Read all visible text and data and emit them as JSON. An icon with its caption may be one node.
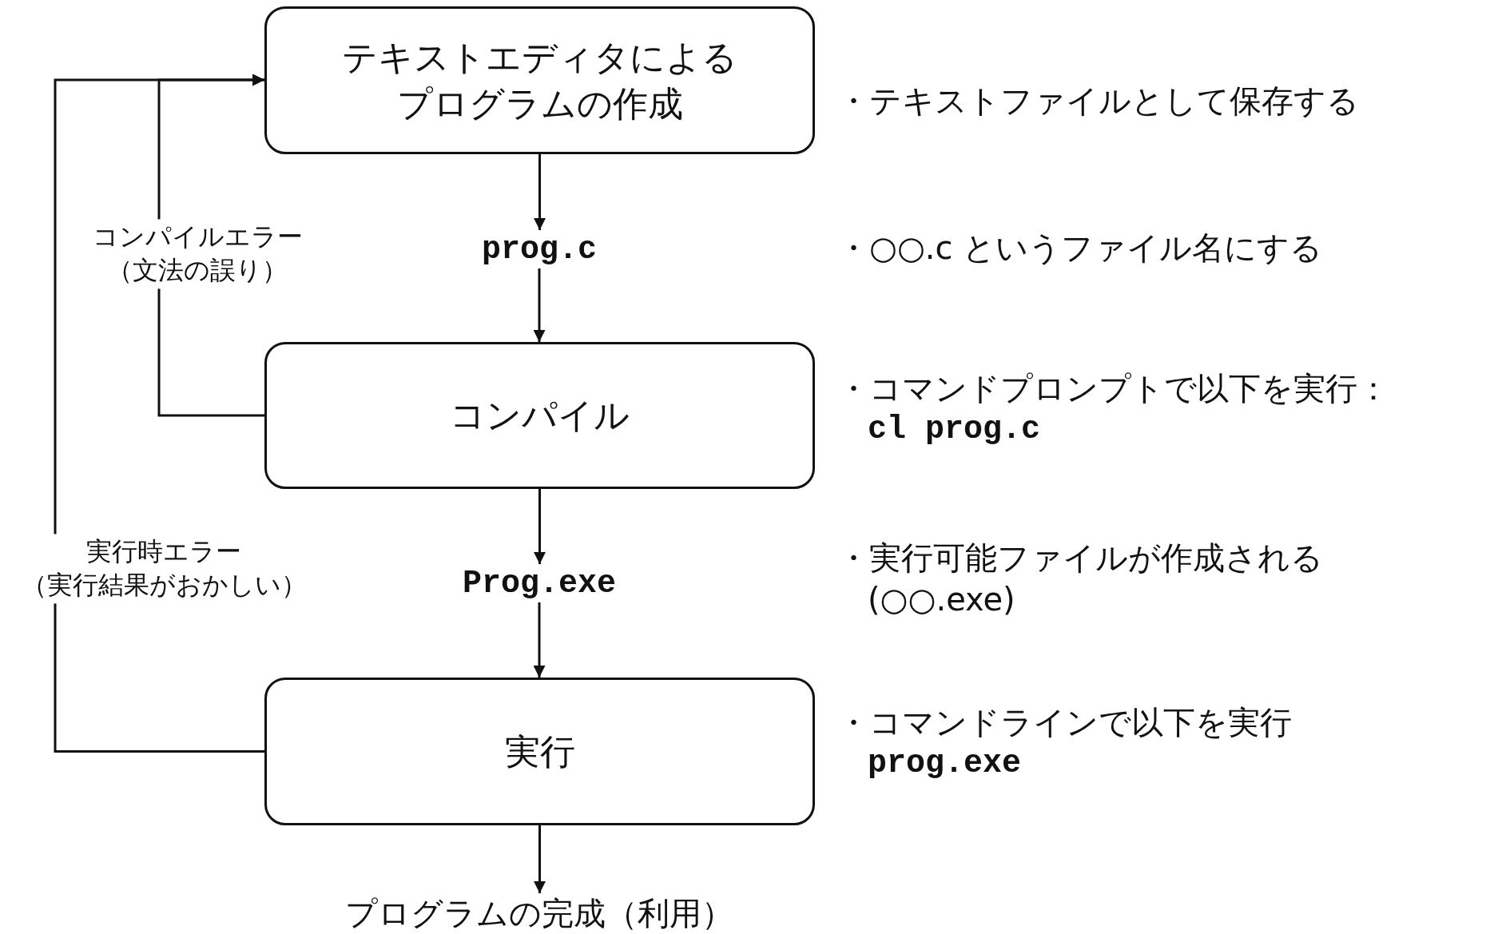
{
  "diagram": {
    "nodes": [
      {
        "text": [
          "テキストエディタによるプログラムの作成"
        ],
        "beside": [
          "・テキストファイルとして保存する"
        ]
      },
      {
        "text": [
          "prog.c"
        ]
      },
      {
        "text": [
          "コンパイル"
        ],
        "beside": [
          "・コマンドプロンプトで以下を実行：",
          "cl prog.c"
        ]
      },
      {
        "text": [
          "Prog.exe"
        ],
        "beside": [
          "・実行可能ファイルが作成される",
          "(○○.exe)"
        ]
      },
      {
        "text": [
          "実行"
        ],
        "beside": [
          "・コマンドラインで以下を実行",
          "prog.exe"
        ]
      },
      {
        "text": [
          "プログラムの完成（利用）"
        ]
      }
    ],
    "edges": [
      {
        "from": 0,
        "to": 1,
        "arrow": "to"
      },
      {
        "from": 1,
        "to": 2,
        "arrow": "to"
      },
      {
        "from": 2,
        "to": 3,
        "arrow": "to"
      },
      {
        "from": 3,
        "to": 4,
        "arrow": "to"
      },
      {
        "from": 4,
        "to": 5,
        "arrow": "to"
      },
      {
        "from": 2,
        "to": 0,
        "arrow": "to",
        "label": "コンパイルエラー（文法の誤り）"
      },
      {
        "from": 4,
        "to": 0,
        "arrow": "to",
        "label": "実行時エラー（実行結果がおかしい）"
      }
    ],
    "labels": [
      "・○○.c というファイル名にする"
    ]
  }
}
